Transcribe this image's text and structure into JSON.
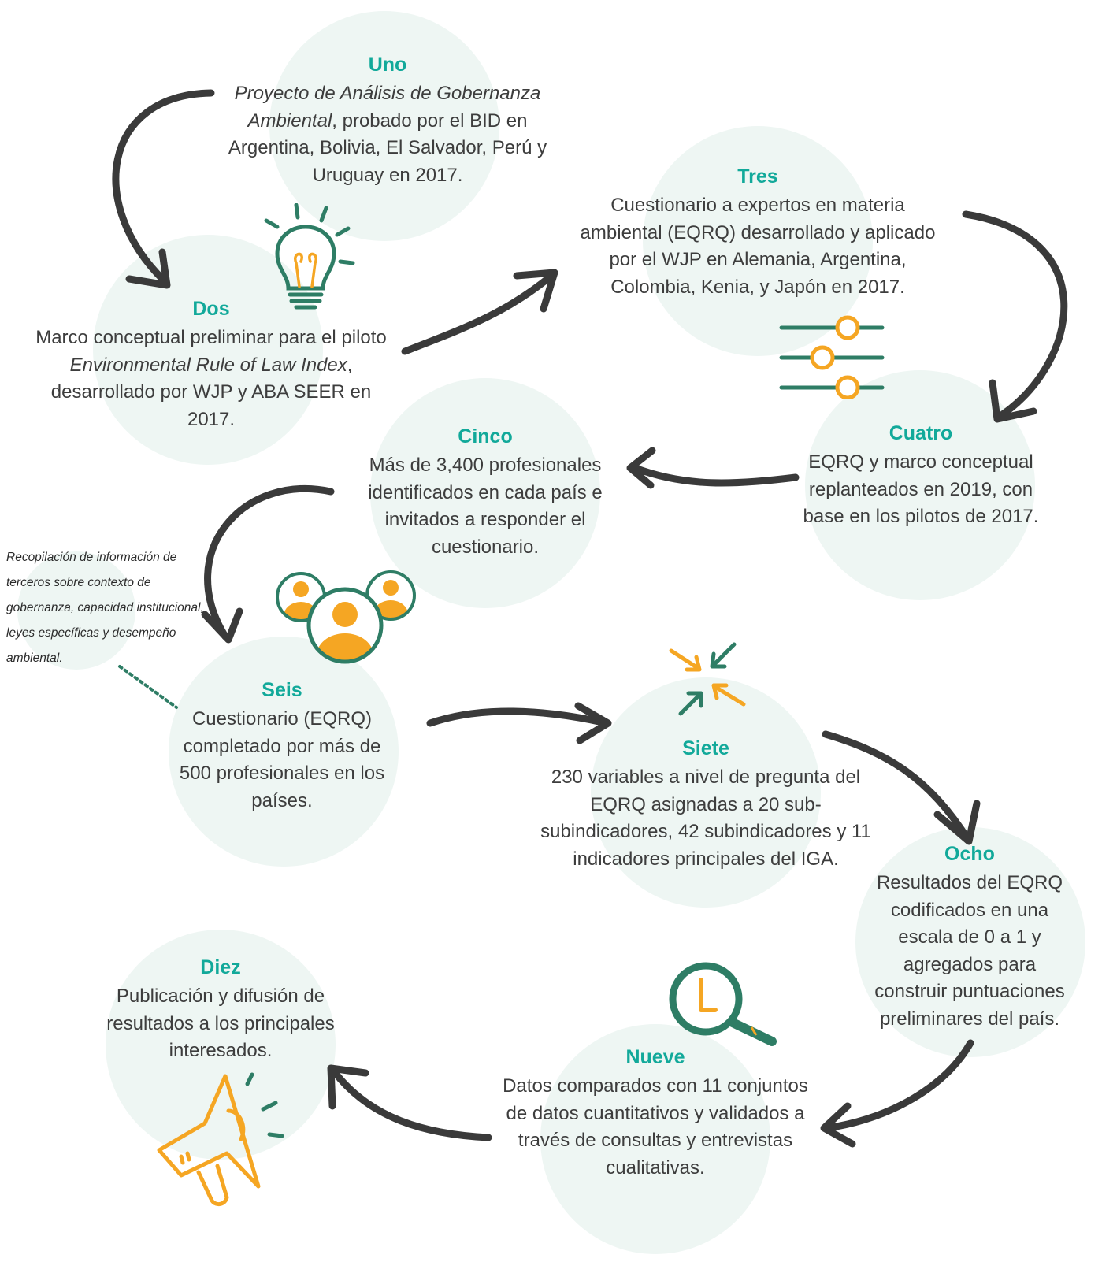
{
  "colors": {
    "teal_title": "#12a99a",
    "icon_green": "#2e7d65",
    "icon_orange": "#f5a623",
    "arrow": "#3a3a3a",
    "circle_bg": "#eef6f3"
  },
  "steps": {
    "uno": {
      "title": "Uno",
      "pre": "",
      "em": "Proyecto de Análisis de Gobernanza Ambiental",
      "post": ", probado por el BID en Argentina, Bolivia, El Salvador, Perú y Uruguay en 2017."
    },
    "dos": {
      "title": "Dos",
      "pre": "Marco conceptual preliminar para el piloto ",
      "em": "Environmental Rule of Law Index",
      "post": ", desarrollado por WJP y ABA SEER en 2017."
    },
    "tres": {
      "title": "Tres",
      "body": "Cuestionario a expertos en materia ambiental (EQRQ) desarrollado y aplicado por el WJP en Alemania, Argentina, Colombia, Kenia, y Japón en 2017."
    },
    "cuatro": {
      "title": "Cuatro",
      "body": "EQRQ y marco conceptual replanteados en 2019, con base en los pilotos de 2017."
    },
    "cinco": {
      "title": "Cinco",
      "body": "Más de 3,400 profesionales identificados en cada país e invitados a responder el cuestionario."
    },
    "seis": {
      "title": "Seis",
      "body": "Cuestionario (EQRQ) completado por más de 500 profesionales en los países."
    },
    "siete": {
      "title": "Siete",
      "body": "230 variables a nivel de pregunta del EQRQ asignadas a 20 sub-subindicadores, 42 subindicadores y 11 indicadores principales del IGA."
    },
    "ocho": {
      "title": "Ocho",
      "body": "Resultados del EQRQ codificados en una escala de 0 a 1 y agregados para construir puntuaciones preliminares del país."
    },
    "nueve": {
      "title": "Nueve",
      "body": "Datos comparados con 11 conjuntos de datos cuantitativos y validados a través de consultas y entrevistas cualitativas."
    },
    "diez": {
      "title": "Diez",
      "body": "Publicación y difusión de resultados a los principales interesados."
    }
  },
  "side_note": "Recopilación de información de terceros sobre contexto de gobernanza, capacidad institucional, leyes específicas y desempeño ambiental.",
  "icons": [
    "lightbulb-icon",
    "sliders-icon",
    "people-icon",
    "converge-arrows-icon",
    "magnifier-icon",
    "megaphone-icon"
  ]
}
